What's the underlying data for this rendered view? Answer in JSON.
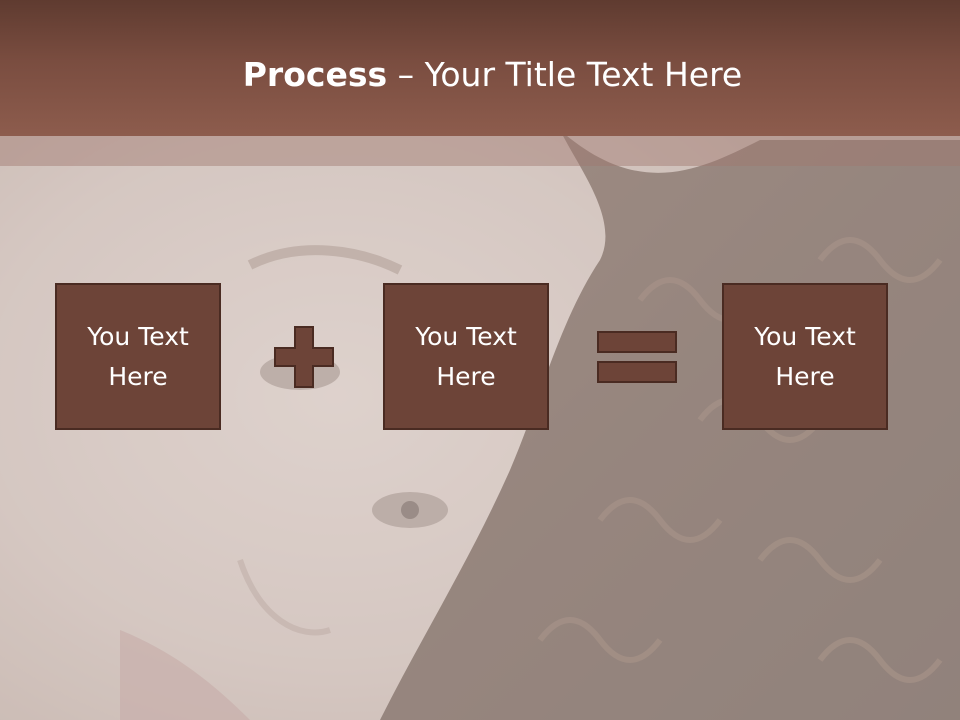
{
  "slide": {
    "title_bold": "Process",
    "title_dash": " – ",
    "title_rest": "Your Title Text Here",
    "boxes": [
      {
        "text": "You Text Here"
      },
      {
        "text": "You Text Here"
      },
      {
        "text": "You Text Here"
      }
    ],
    "operators": [
      "plus-icon",
      "equals-icon"
    ],
    "colors": {
      "title_bar": "#7a4d40",
      "box_fill": "#6d4438",
      "box_border": "#4a2b22",
      "title_text": "#ffffff"
    }
  }
}
